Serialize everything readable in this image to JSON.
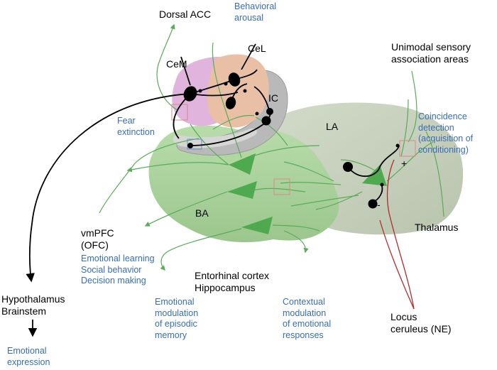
{
  "labels": {
    "dorsal_acc": "Dorsal ACC",
    "behavioral_arousal": "Behavioral\narousal",
    "cem": "CeM",
    "cel": "CeL",
    "ic": "IC",
    "unimodal": "Unimodal sensory\nassociation areas",
    "fear_extinction": "Fear\nextinction",
    "la": "LA",
    "coincidence": "Coincidence\ndetection\n(acquisition of\nconditioning)",
    "plus": "+",
    "minus": "-",
    "ba": "BA",
    "vmpfc": "vmPFC\n(OFC)",
    "emotional_learning": "Emotional learning\nSocial behavior\nDecision making",
    "thalamus": "Thalamus",
    "entorhinal": "Entorhinal cortex\nHippocampus",
    "hypothalamus": "Hypothalamus\nBrainstem",
    "emotional_modulation": "Emotional\nmodulation\nof episodic\nmemory",
    "contextual_modulation": "Contextual\nmodulation\nof emotional\nresponses",
    "locus": "Locus\nceruleus (NE)",
    "emotional_expression": "Emotional\nexpression"
  },
  "colors": {
    "amygdala_fill": "#a9cf9b",
    "la_fill": "#c5cfbd",
    "pathway_green": "#5aab5a",
    "cem_fill": "#e0b4dc",
    "cel_fill": "#e9c0a6",
    "ic_fill": "#b9b9b9",
    "ne_red": "#b22b2b",
    "annotation_blue": "#3a6db5"
  }
}
